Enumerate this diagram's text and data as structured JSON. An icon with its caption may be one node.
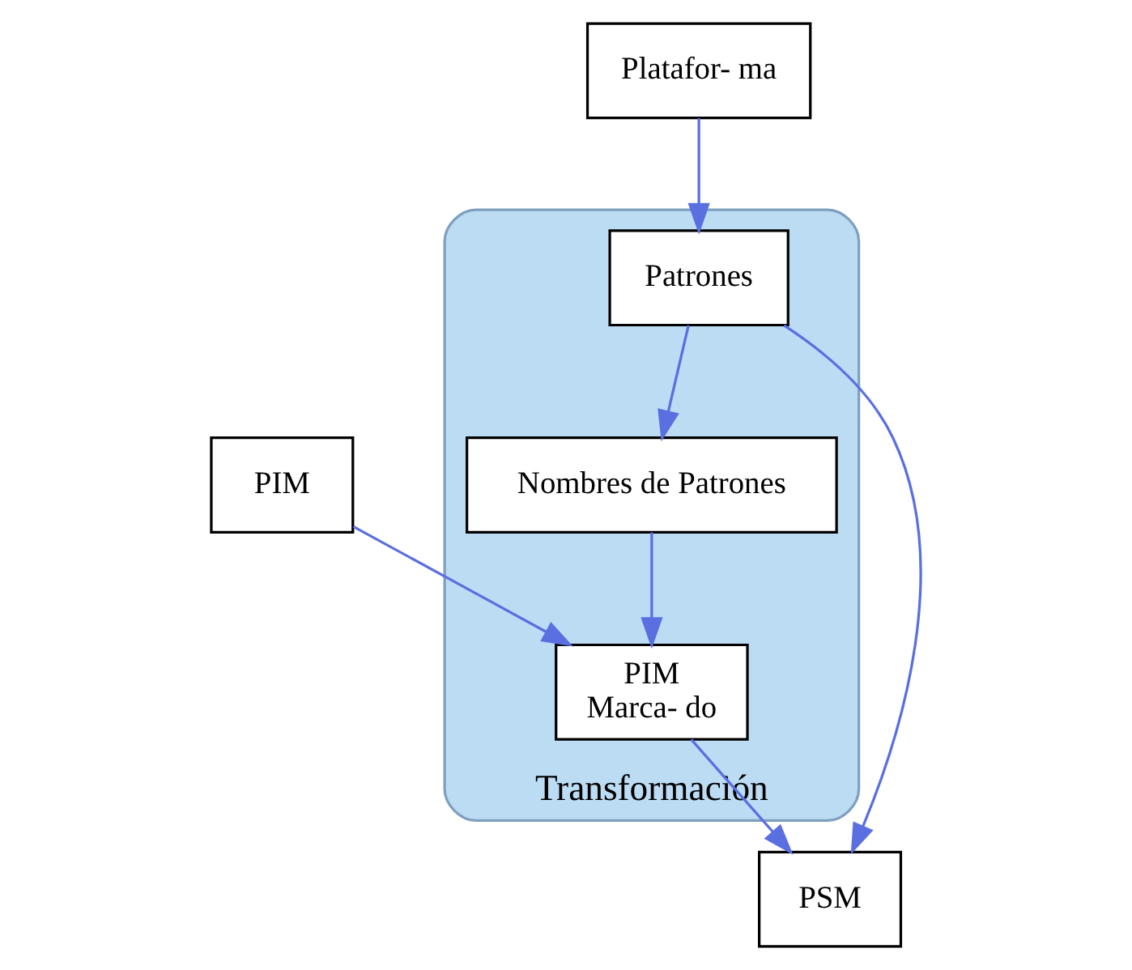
{
  "diagram": {
    "nodes": [
      {
        "text": [
          "PIM"
        ]
      },
      {
        "text": [
          "Transformación"
        ]
      },
      {
        "text": [
          "Nombres de Patrones"
        ],
        "in": 1
      },
      {
        "text": [
          "PIM",
          "Marca- do"
        ],
        "in": 1
      },
      {
        "text": [
          "Patrones"
        ],
        "in": 1
      },
      {
        "text": [
          "Platafor- ma"
        ]
      },
      {
        "text": [
          "PSM"
        ]
      }
    ],
    "edges": [
      {
        "from": 0,
        "to": 3,
        "arrow": "to"
      },
      {
        "from": 2,
        "to": 3,
        "arrow": "to"
      },
      {
        "from": 3,
        "to": 6,
        "arrow": "to"
      },
      {
        "from": 4,
        "to": 6,
        "arrow": "to"
      },
      {
        "from": 4,
        "to": 2,
        "arrow": "to"
      },
      {
        "from": 5,
        "to": 4,
        "arrow": "to"
      }
    ]
  }
}
